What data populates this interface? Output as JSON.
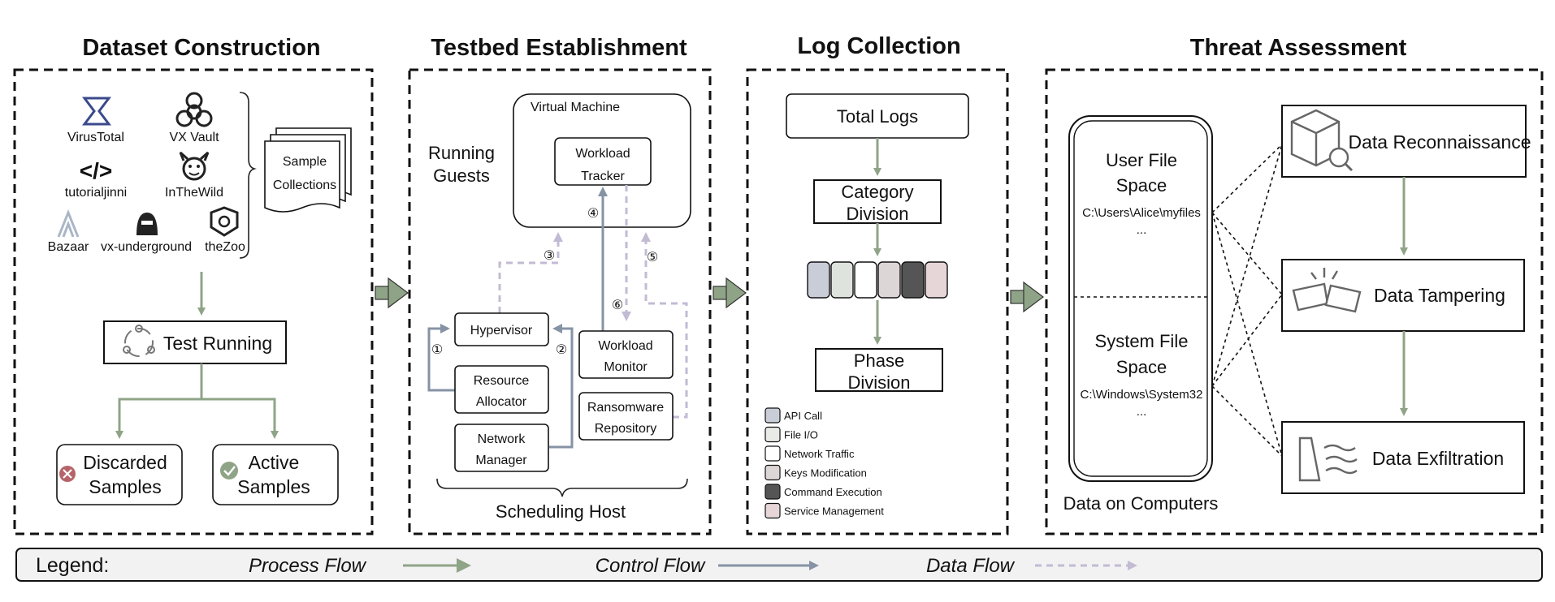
{
  "titles": {
    "dataset": "Dataset Construction",
    "testbed": "Testbed Establishment",
    "logs": "Log Collection",
    "threat": "Threat Assessment"
  },
  "dataset": {
    "sources": [
      "VirusTotal",
      "VX Vault",
      "tutorialjinni",
      "InTheWild",
      "Bazaar",
      "vx-underground",
      "theZoo"
    ],
    "collections": [
      "Sample",
      "Collections"
    ],
    "test_running": "Test Running",
    "discarded": [
      "Discarded",
      "Samples"
    ],
    "active": [
      "Active",
      "Samples"
    ]
  },
  "testbed": {
    "running_guests": [
      "Running",
      "Guests"
    ],
    "virtual_machine": "Virtual Machine",
    "workload_tracker": [
      "Workload",
      "Tracker"
    ],
    "hypervisor": "Hypervisor",
    "resource_allocator": [
      "Resource",
      "Allocator"
    ],
    "network_manager": [
      "Network",
      "Manager"
    ],
    "workload_monitor": [
      "Workload",
      "Monitor"
    ],
    "ransomware_repository": [
      "Ransomware",
      "Repository"
    ],
    "scheduling_host": "Scheduling Host",
    "steps": [
      "①",
      "②",
      "③",
      "④",
      "⑤",
      "⑥"
    ]
  },
  "logs": {
    "total": "Total Logs",
    "category": [
      "Category",
      "Division"
    ],
    "phase": [
      "Phase",
      "Division"
    ],
    "log_colors": [
      "#c9cdd8",
      "#dfe3de",
      "#ffffff",
      "#ddd6d6",
      "#555555",
      "#e6d6d8"
    ],
    "legend": [
      {
        "label": "API Call",
        "color": "#c9cdd8"
      },
      {
        "label": "File I/O",
        "color": "#e8ebe6"
      },
      {
        "label": "Network Traffic",
        "color": "#ffffff"
      },
      {
        "label": "Keys Modification",
        "color": "#ddd6d6"
      },
      {
        "label": "Command Execution",
        "color": "#555555"
      },
      {
        "label": "Service Management",
        "color": "#e6d6d8"
      }
    ]
  },
  "threat": {
    "user_space": [
      "User File",
      "Space"
    ],
    "user_path": "C:\\Users\\Alice\\myfiles",
    "ellipsis": "...",
    "system_space": [
      "System File",
      "Space"
    ],
    "system_path": "C:\\Windows\\System32",
    "computers": "Data on Computers",
    "reconnaissance": "Data Reconnaissance",
    "tampering": "Data Tampering",
    "exfiltration": "Data Exfiltration"
  },
  "legend": {
    "title": "Legend:",
    "process": "Process Flow",
    "control": "Control Flow",
    "data": "Data Flow"
  },
  "colors": {
    "process_flow": "#8fa487",
    "control_flow": "#8693a5",
    "data_flow": "#c3bbd4"
  }
}
